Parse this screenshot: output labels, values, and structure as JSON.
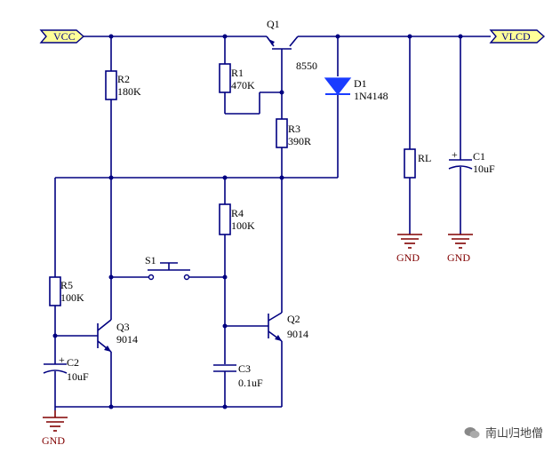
{
  "ports": {
    "vcc": "VCC",
    "vlcd": "VLCD"
  },
  "components": {
    "q1": {
      "ref": "Q1",
      "value": "8550"
    },
    "q2": {
      "ref": "Q2",
      "value": "9014"
    },
    "q3": {
      "ref": "Q3",
      "value": "9014"
    },
    "r1": {
      "ref": "R1",
      "value": "470K"
    },
    "r2": {
      "ref": "R2",
      "value": "180K"
    },
    "r3": {
      "ref": "R3",
      "value": "390R"
    },
    "r4": {
      "ref": "R4",
      "value": "100K"
    },
    "r5": {
      "ref": "R5",
      "value": "100K"
    },
    "rl": {
      "ref": "RL"
    },
    "d1": {
      "ref": "D1",
      "value": "1N4148"
    },
    "c1": {
      "ref": "C1",
      "value": "10uF"
    },
    "c2": {
      "ref": "C2",
      "value": "10uF"
    },
    "c3": {
      "ref": "C3",
      "value": "0.1uF"
    },
    "s1": {
      "ref": "S1"
    }
  },
  "gnd": {
    "label": "GND"
  },
  "colors": {
    "wire": "#000080",
    "diode": "#1a3cff",
    "ground": "#800000"
  },
  "watermark": {
    "text": "南山归地僧",
    "icon": "wechat-icon"
  }
}
